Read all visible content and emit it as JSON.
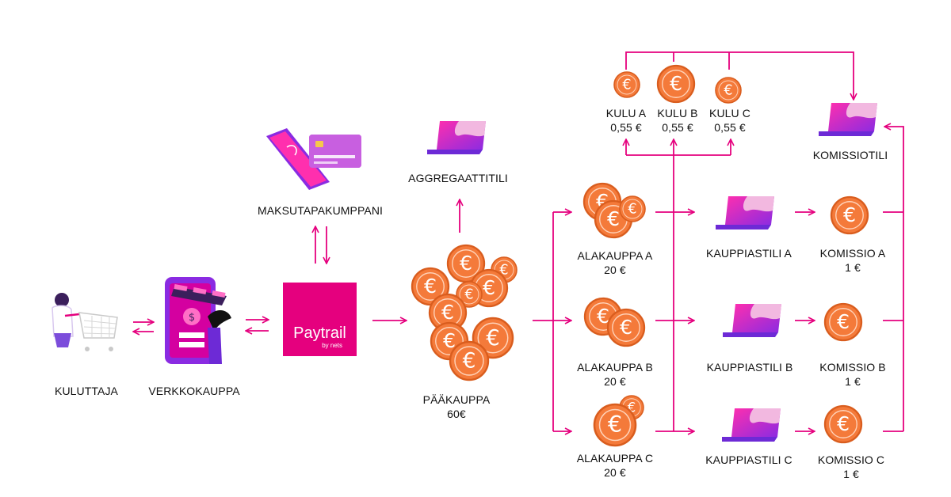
{
  "colors": {
    "accent": "#e5007e",
    "coin_fill": "#f47a3a",
    "coin_stroke": "#d95d1e",
    "coin_symbol": "#ffffff",
    "laptop_body": "#d400a0",
    "laptop_screen_light": "#f2b8e0",
    "purple": "#6d2ad6"
  },
  "icons": {
    "consumer": "shopper-with-cart-icon",
    "shop": "online-shop-phone-icon",
    "partner": "phone-and-card-icon",
    "paytrail": "shopping-bag-icon",
    "laptop": "laptop-icon",
    "coin": "euro-coin-icon"
  },
  "nodes": {
    "kuluttaja": "KULUTTAJA",
    "verkkokauppa": "VERKKOKAUPPA",
    "maksutapakumppani": "MAKSUTAPAKUMPPANI",
    "aggregaattitili": "AGGREGAATTITILI",
    "paakauppa": {
      "name": "PÄÄKAUPPA",
      "amount": "60€"
    },
    "kulu_a": {
      "name": "KULU A",
      "amount": "0,55 €"
    },
    "kulu_b": {
      "name": "KULU B",
      "amount": "0,55 €"
    },
    "kulu_c": {
      "name": "KULU C",
      "amount": "0,55 €"
    },
    "komissiotili": "KOMISSIOTILI",
    "alakauppa_a": {
      "name": "ALAKAUPPA A",
      "amount": "20 €"
    },
    "alakauppa_b": {
      "name": "ALAKAUPPA B",
      "amount": "20 €"
    },
    "alakauppa_c": {
      "name": "ALAKAUPPA C",
      "amount": "20 €"
    },
    "kauppiastili_a": "KAUPPIASTILI A",
    "kauppiastili_b": "KAUPPIASTILI B",
    "kauppiastili_c": "KAUPPIASTILI C",
    "komissio_a": {
      "name": "KOMISSIO A",
      "amount": "1 €"
    },
    "komissio_b": {
      "name": "KOMISSIO B",
      "amount": "1 €"
    },
    "komissio_c": {
      "name": "KOMISSIO C",
      "amount": "1 €"
    }
  },
  "paytrail_logo": {
    "brand": "Paytrail",
    "sub": "by nets"
  }
}
